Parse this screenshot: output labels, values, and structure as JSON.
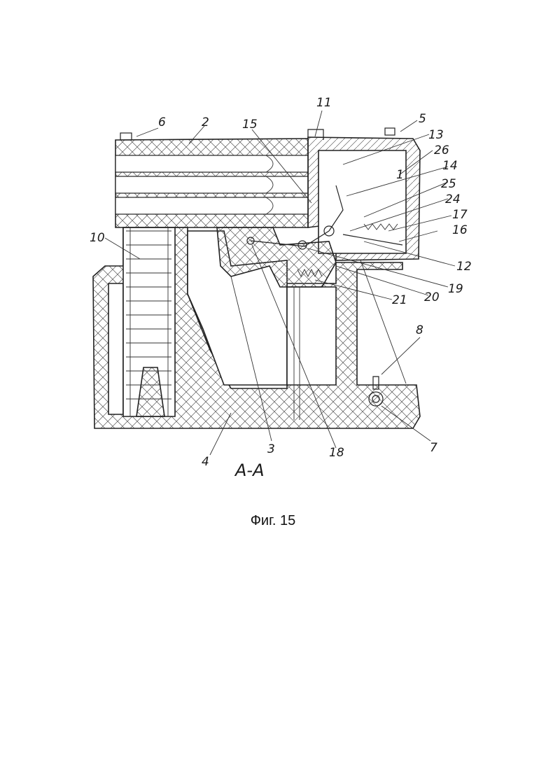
{
  "figure": {
    "caption": "Фиг. 15",
    "section_label": "A-A",
    "part_labels": [
      "1",
      "2",
      "3",
      "4",
      "5",
      "6",
      "7",
      "8",
      "10",
      "11",
      "12",
      "13",
      "14",
      "15",
      "16",
      "17",
      "18",
      "19",
      "20",
      "21",
      "24",
      "25",
      "26"
    ]
  }
}
